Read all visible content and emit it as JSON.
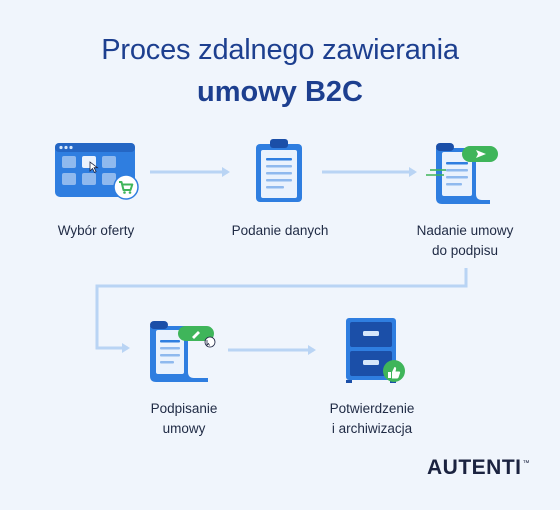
{
  "title": {
    "line1": "Proces zdalnego zawierania",
    "line2": "umowy B2C"
  },
  "steps": [
    {
      "label_lines": [
        "Wybór oferty"
      ],
      "icon": "browser-cart-icon"
    },
    {
      "label_lines": [
        "Podanie danych"
      ],
      "icon": "clipboard-form-icon"
    },
    {
      "label_lines": [
        "Nadanie umowy",
        "do podpisu"
      ],
      "icon": "document-send-icon"
    },
    {
      "label_lines": [
        "Podpisanie",
        "umowy"
      ],
      "icon": "document-sign-icon"
    },
    {
      "label_lines": [
        "Potwierdzenie",
        "i archiwizacja"
      ],
      "icon": "filing-cabinet-approved-icon"
    }
  ],
  "brand": {
    "name": "AUTENTI",
    "mark": "™"
  },
  "colors": {
    "title": "#1d3f8f",
    "arrow": "#b9d4f4",
    "primary_blue": "#2f7ee0",
    "light_blue": "#d6e7fb",
    "green": "#3fb55a",
    "background": "#f0f5fc"
  }
}
